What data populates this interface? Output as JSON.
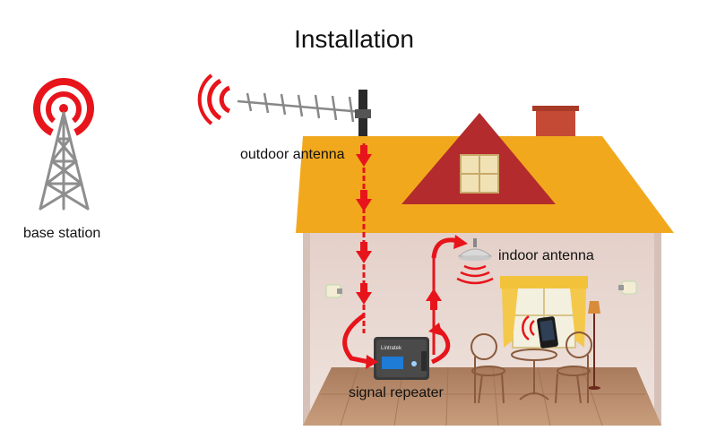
{
  "title": "Installation",
  "labels": {
    "base_station": "base station",
    "outdoor_antenna": "outdoor antenna",
    "indoor_antenna": "indoor antenna",
    "signal_repeater": "signal repeater"
  },
  "repeater_brand": "Lintratek",
  "colors": {
    "signal_red": "#e8141b",
    "roof": "#f2a81d",
    "gable": "#b32b2c",
    "chimney": "#c44a35",
    "wall": "#ead8d2",
    "floor": "#b98d6c",
    "lattice": "#8c8c8c"
  }
}
